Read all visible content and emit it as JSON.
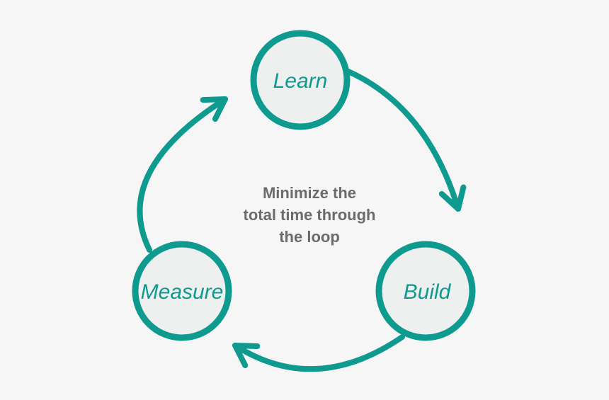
{
  "diagram": {
    "type": "cycle",
    "name": "build-measure-learn-loop",
    "nodes": [
      {
        "id": "learn",
        "label": "Learn"
      },
      {
        "id": "build",
        "label": "Build"
      },
      {
        "id": "measure",
        "label": "Measure"
      }
    ],
    "edges": [
      {
        "from": "learn",
        "to": "build"
      },
      {
        "from": "build",
        "to": "measure"
      },
      {
        "from": "measure",
        "to": "learn"
      }
    ],
    "center_text": {
      "lines": [
        "Minimize the",
        "total time through",
        "the loop"
      ]
    },
    "colors": {
      "accent_teal": "#0e9a8f",
      "node_fill": "#edf0ef",
      "background": "#f6f6f6",
      "caption_gray": "#6b6b6b"
    }
  }
}
